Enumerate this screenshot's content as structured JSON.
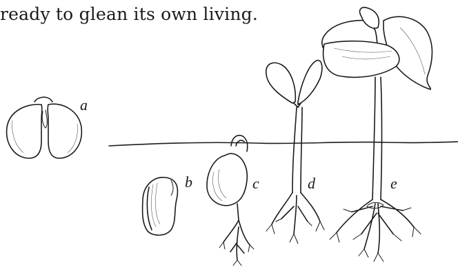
{
  "text": {
    "top_line": "ready to glean its own living."
  },
  "figure": {
    "labels": [
      "a",
      "b",
      "c",
      "d",
      "e"
    ]
  }
}
